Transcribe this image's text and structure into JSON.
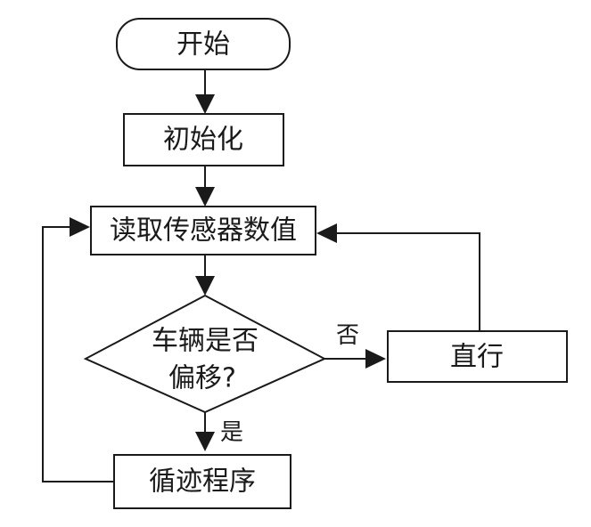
{
  "nodes": {
    "start": "开始",
    "init": "初始化",
    "read": "读取传感器数值",
    "decision_line1": "车辆是否",
    "decision_line2": "偏移?",
    "straight": "直行",
    "track": "循迹程序"
  },
  "edges": {
    "no": "否",
    "yes": "是"
  }
}
